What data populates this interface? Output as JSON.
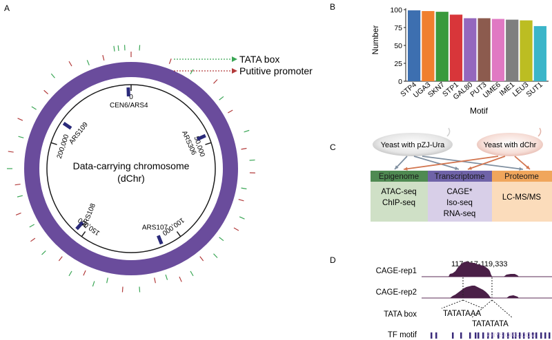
{
  "panels": {
    "a": "A",
    "b": "B",
    "c": "C",
    "d": "D"
  },
  "panel_a": {
    "center_title": "Data-carrying chromosome",
    "center_subtitle": "(dChr)",
    "legend": [
      {
        "label": "TATA box",
        "color": "#3aa655"
      },
      {
        "label": "Putitive promoter",
        "color": "#b23a3a"
      }
    ],
    "ring_color": "#6a4c9c",
    "ticks": [
      "0",
      "50,000",
      "100,000",
      "150,000",
      "200,000"
    ],
    "markers": [
      "CEN6/ARS4",
      "ARS306",
      "ARS107",
      "ARS108",
      "ARS109"
    ],
    "marker_color": "#2a2a7a"
  },
  "chart_data": {
    "type": "bar",
    "categories": [
      "STP4",
      "UGA3",
      "SKN7",
      "STP1",
      "GAL80",
      "PUT3",
      "UME6",
      "IME1",
      "LEU3",
      "SUT1"
    ],
    "values": [
      99,
      98,
      97,
      93,
      88,
      88,
      87,
      86,
      85,
      77
    ],
    "colors": [
      "#3d6fb0",
      "#f07f2e",
      "#3a9a3d",
      "#d8363a",
      "#9467bd",
      "#8c5b4e",
      "#e079c3",
      "#7f7f7f",
      "#bcbd22",
      "#3bb5c9"
    ],
    "xlabel": "Motif",
    "ylabel": "Number",
    "ylim": [
      0,
      100
    ],
    "yticks": [
      0,
      25,
      50,
      75,
      100
    ]
  },
  "panel_c": {
    "sources": [
      "Yeast with pZJ-Ura",
      "Yeast with dChr"
    ],
    "columns": [
      {
        "title": "Epigenome",
        "items": [
          "ATAC-seq",
          "ChIP-seq"
        ],
        "head": "#4f8a52",
        "body": "#cfe0c6"
      },
      {
        "title": "Transcriptome",
        "items": [
          "CAGE*",
          "Iso-seq",
          "RNA-seq"
        ],
        "head": "#6f63a8",
        "body": "#d8cfe8"
      },
      {
        "title": "Proteome",
        "items": [
          "LC-MS/MS"
        ],
        "head": "#f0a65c",
        "body": "#fbdcbb"
      }
    ]
  },
  "panel_d": {
    "range": "117,817-119,333",
    "tracks": [
      "CAGE-rep1",
      "CAGE-rep2",
      "TATA box",
      "TF motif"
    ],
    "seq1": "TATATAAA",
    "seq2": "TATATATA",
    "watermark": "PHYS ORG.COM"
  }
}
